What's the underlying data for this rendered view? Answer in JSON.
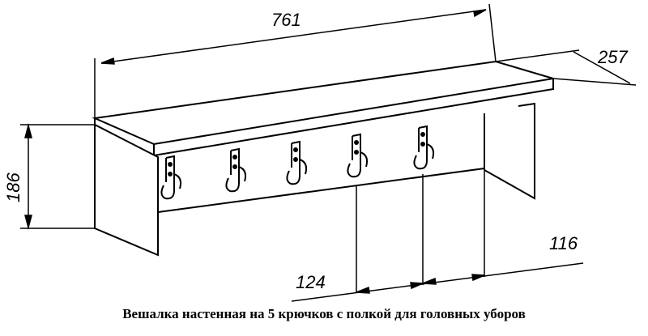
{
  "dimensions": {
    "width": "761",
    "depth": "257",
    "height": "186",
    "hook_spacing": "124",
    "end_offset": "116"
  },
  "hooks_count": 5,
  "caption": "Вешалка настенная на 5 крючков с полкой для головных уборов"
}
